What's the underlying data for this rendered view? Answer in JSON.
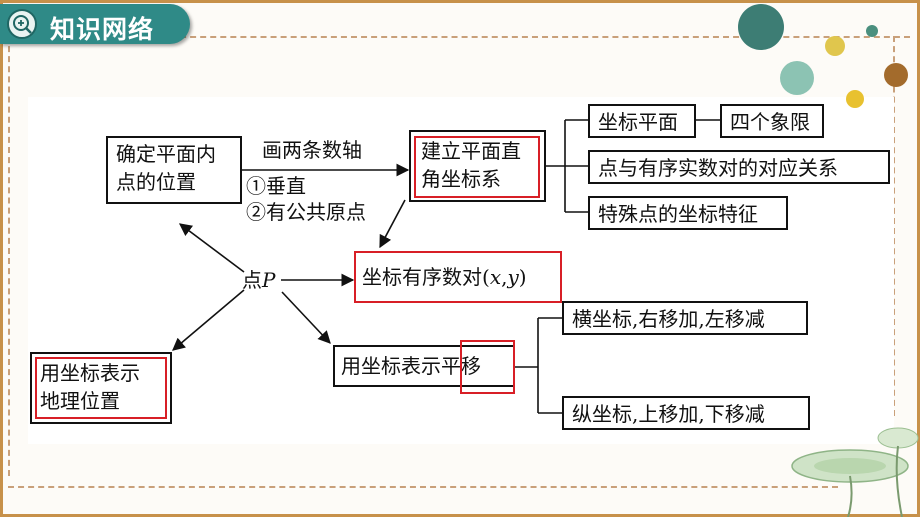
{
  "header": {
    "title": "知识网络"
  },
  "diagram": {
    "box_determine": {
      "line1": "确定平面内",
      "line2": "点的位置"
    },
    "edge_axes": {
      "label": "画两条数轴",
      "cond1": "①垂直",
      "cond2": "②有公共原点"
    },
    "box_coord_system": {
      "line1": "建立平面直",
      "line2": "角坐标系"
    },
    "branch_plane": "坐标平面",
    "branch_quadrants": "四个象限",
    "branch_correspondence": "点与有序实数对的对应关系",
    "branch_special": "特殊点的坐标特征",
    "point_label": {
      "text": "点",
      "var": "P"
    },
    "box_ordered_pair": {
      "text": "坐标有序数对(",
      "x": "x",
      "comma": ",",
      "y": "y",
      "close": ")"
    },
    "box_geo": {
      "line1": "用坐标表示",
      "line2": "地理位置"
    },
    "box_translation": {
      "text": "用坐标表示",
      "highlight": "平移"
    },
    "branch_horizontal": "横坐标,右移加,左移减",
    "branch_vertical": "纵坐标,上移加,下移减"
  },
  "colors": {
    "accent_teal": "#2f8a87",
    "highlight_red": "#d81f26",
    "frame_brown": "#c7914a"
  }
}
